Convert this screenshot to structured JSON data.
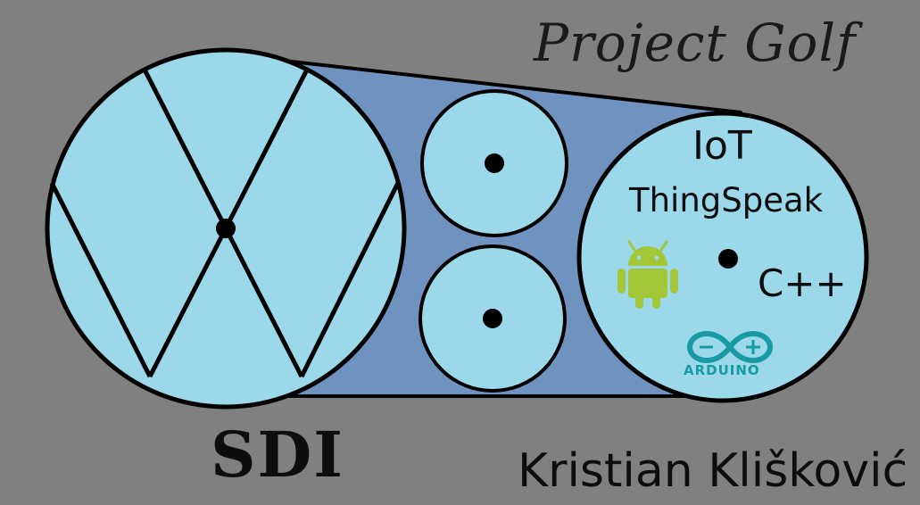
{
  "title": "Project Golf",
  "tech": {
    "iot": "IoT",
    "thingspeak": "ThingSpeak",
    "cpp": "C++",
    "arduino": "ARDUINO"
  },
  "logo": "SDI",
  "author": "Kristian Klišković",
  "icons": [
    "android-icon",
    "arduino-icon"
  ],
  "colors": {
    "background": "#808080",
    "wheel_fill": "#9bd9ea",
    "belt_fill": "#6f92bf",
    "outline": "#000000",
    "android_green": "#a4c639",
    "arduino_teal": "#179aa1"
  }
}
